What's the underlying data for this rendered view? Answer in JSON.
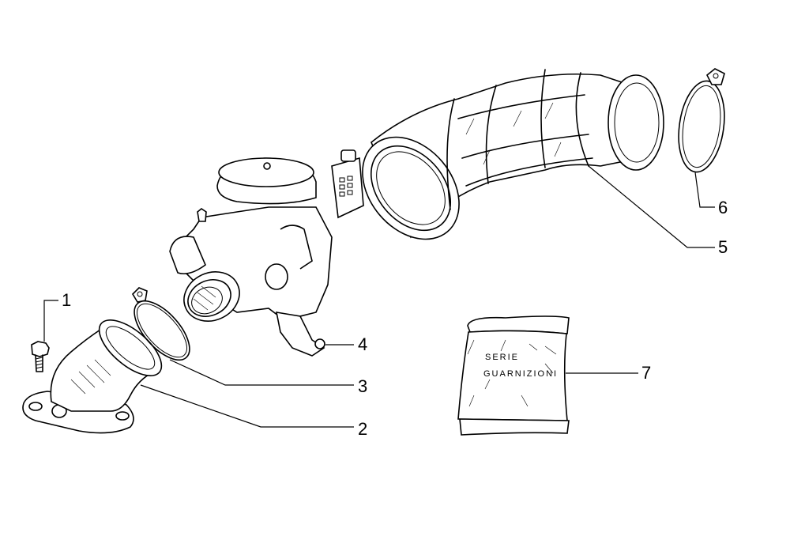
{
  "diagram": {
    "callouts": [
      {
        "id": "1",
        "label": "1",
        "part": "bolt"
      },
      {
        "id": "2",
        "label": "2",
        "part": "intake-manifold"
      },
      {
        "id": "3",
        "label": "3",
        "part": "hose-clamp"
      },
      {
        "id": "4",
        "label": "4",
        "part": "carburettor"
      },
      {
        "id": "5",
        "label": "5",
        "part": "air-intake-sleeve"
      },
      {
        "id": "6",
        "label": "6",
        "part": "hose-clamp-large"
      },
      {
        "id": "7",
        "label": "7",
        "part": "gasket-kit-bag"
      }
    ],
    "bag_text": [
      "SERIE",
      "GUARNIZIONI"
    ]
  }
}
